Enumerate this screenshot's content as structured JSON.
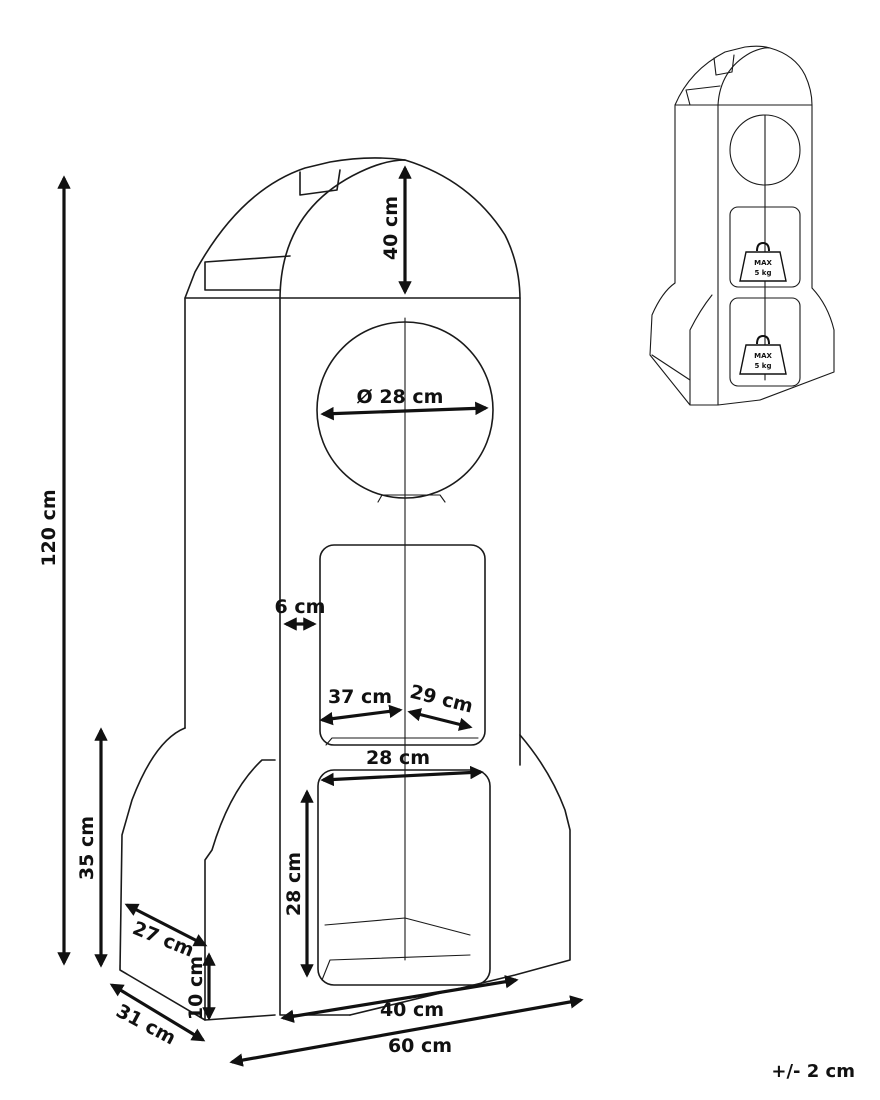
{
  "dimensions": {
    "total_height": "120 cm",
    "nose_height": "40 cm",
    "porthole_diameter": "Ø 28 cm",
    "wall_thickness": "6 cm",
    "shelf_width": "37 cm",
    "shelf_depth": "29 cm",
    "opening_width": "28 cm",
    "opening_height": "28 cm",
    "fin_height": "35 cm",
    "fin_depth": "27 cm",
    "base_height": "10 cm",
    "side_depth": "31 cm",
    "body_width": "40 cm",
    "overall_width": "60 cm"
  },
  "weight_badges": [
    {
      "line1": "MAX",
      "line2": "5 kg"
    },
    {
      "line1": "MAX",
      "line2": "5 kg"
    }
  ],
  "tolerance": "+/- 2 cm"
}
